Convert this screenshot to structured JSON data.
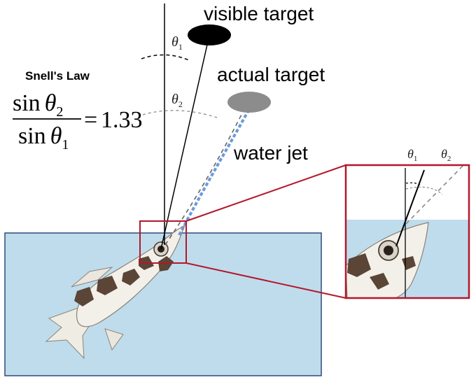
{
  "labels": {
    "visible_target": "visible target",
    "actual_target": "actual target",
    "water_jet": "water jet",
    "theta": "θ",
    "sub1": "1",
    "sub2": "2"
  },
  "equation": {
    "title": "Snell's Law",
    "numerator_fn": "sin",
    "denominator_fn": "sin",
    "equals": "=",
    "value": "1.33"
  },
  "colors": {
    "water": "#bfdcec",
    "water_border": "#2e4a78",
    "zoom_frame": "#b2182b",
    "jet": "#5b8fd6",
    "visible_target": "#000000",
    "actual_target": "#8c8c8c",
    "fish_body": "#f3f0ea",
    "fish_spot": "#5b4536"
  }
}
